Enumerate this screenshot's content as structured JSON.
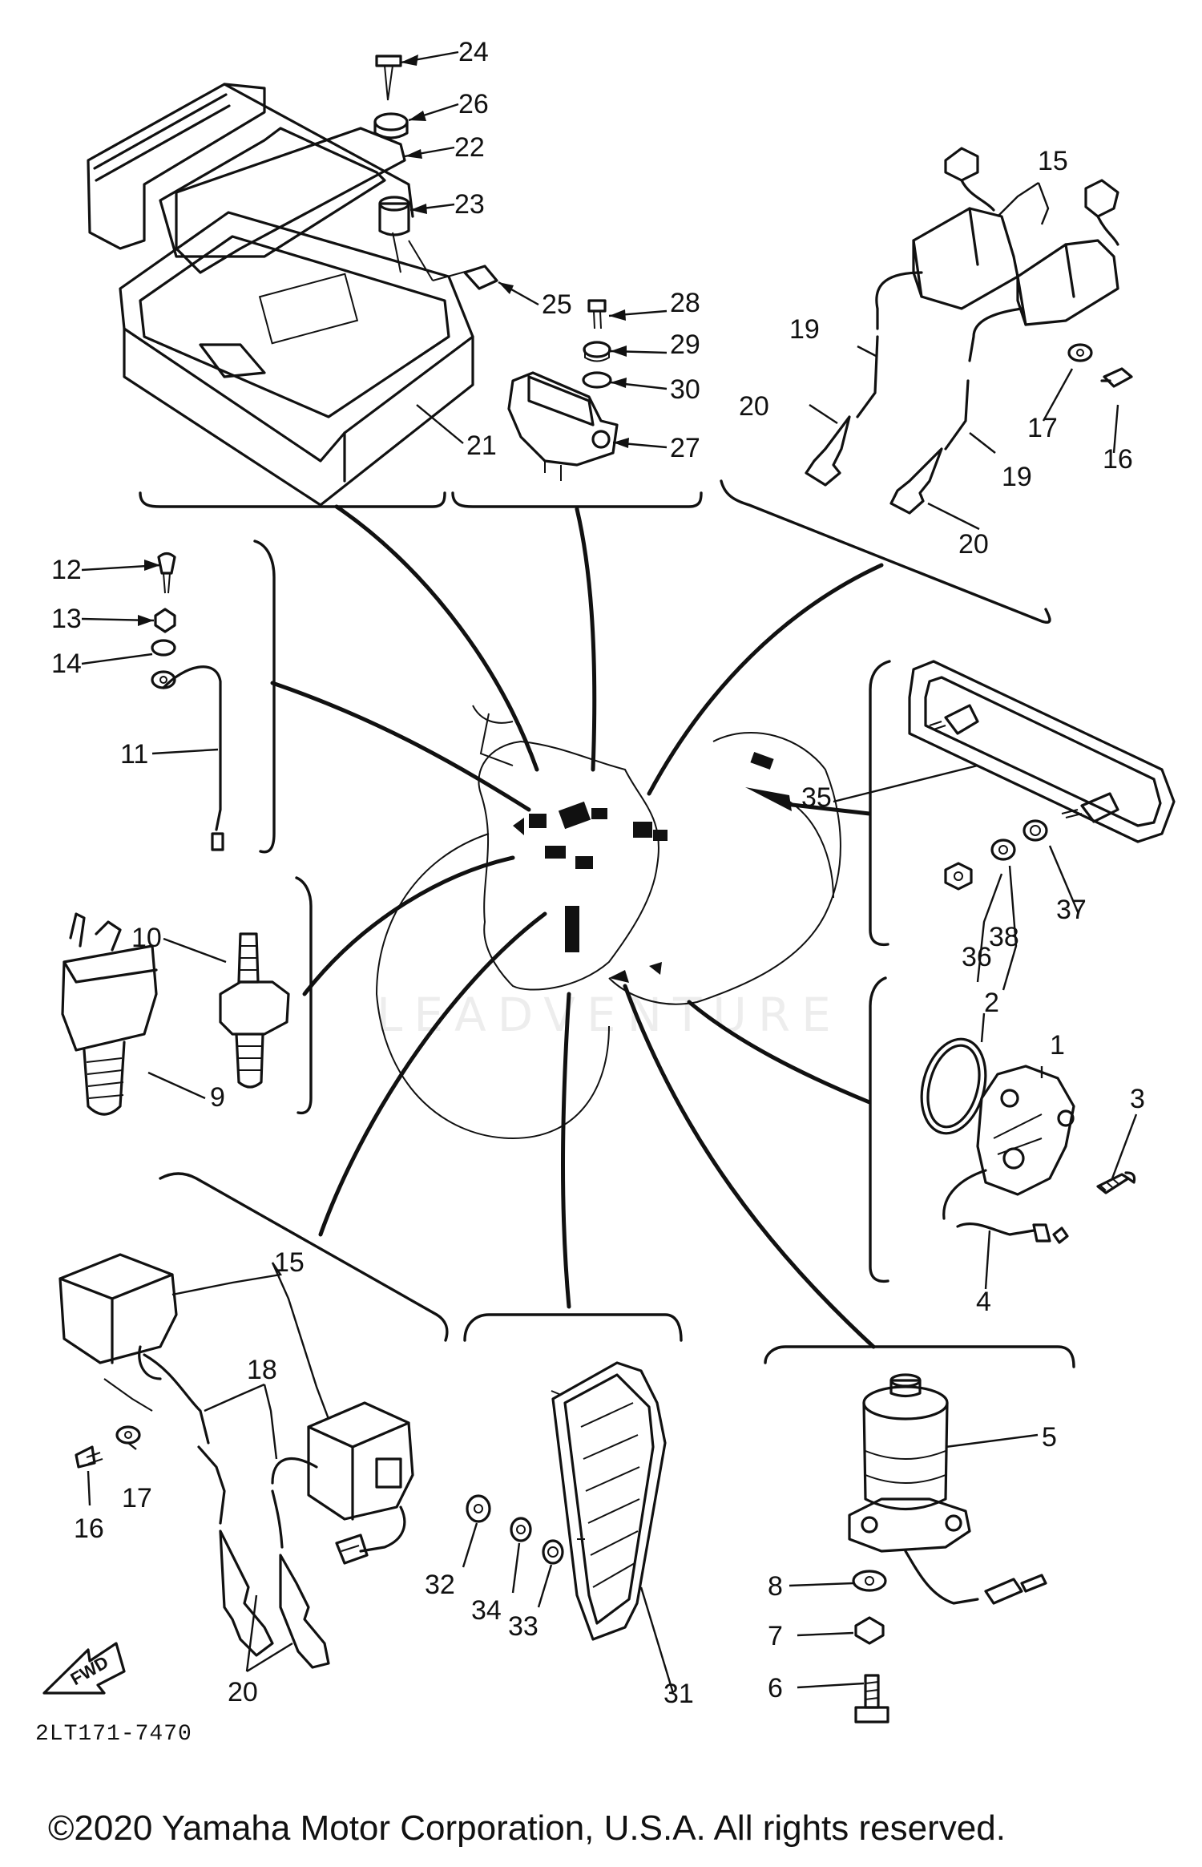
{
  "diagram_code": "2LT171-7470",
  "copyright": "©2020 Yamaha Motor Corporation, U.S.A. All rights reserved.",
  "watermark": "LEADVENTURE",
  "fwd_label": "FWD",
  "callouts": {
    "p1": "1",
    "p2": "2",
    "p3": "3",
    "p4": "4",
    "p5": "5",
    "p6": "6",
    "p7": "7",
    "p8": "8",
    "p9": "9",
    "p10": "10",
    "p11": "11",
    "p12": "12",
    "p13": "13",
    "p14": "14",
    "p15a": "15",
    "p15b": "15",
    "p16a": "16",
    "p16b": "16",
    "p17a": "17",
    "p17b": "17",
    "p18": "18",
    "p19a": "19",
    "p19b": "19",
    "p20a": "20",
    "p20b": "20",
    "p20c": "20",
    "p21": "21",
    "p22": "22",
    "p23": "23",
    "p24": "24",
    "p25": "25",
    "p26": "26",
    "p27": "27",
    "p28": "28",
    "p29": "29",
    "p30": "30",
    "p31": "31",
    "p32": "32",
    "p33": "33",
    "p34": "34",
    "p35": "35",
    "p36": "36",
    "p37": "37",
    "p38": "38"
  }
}
